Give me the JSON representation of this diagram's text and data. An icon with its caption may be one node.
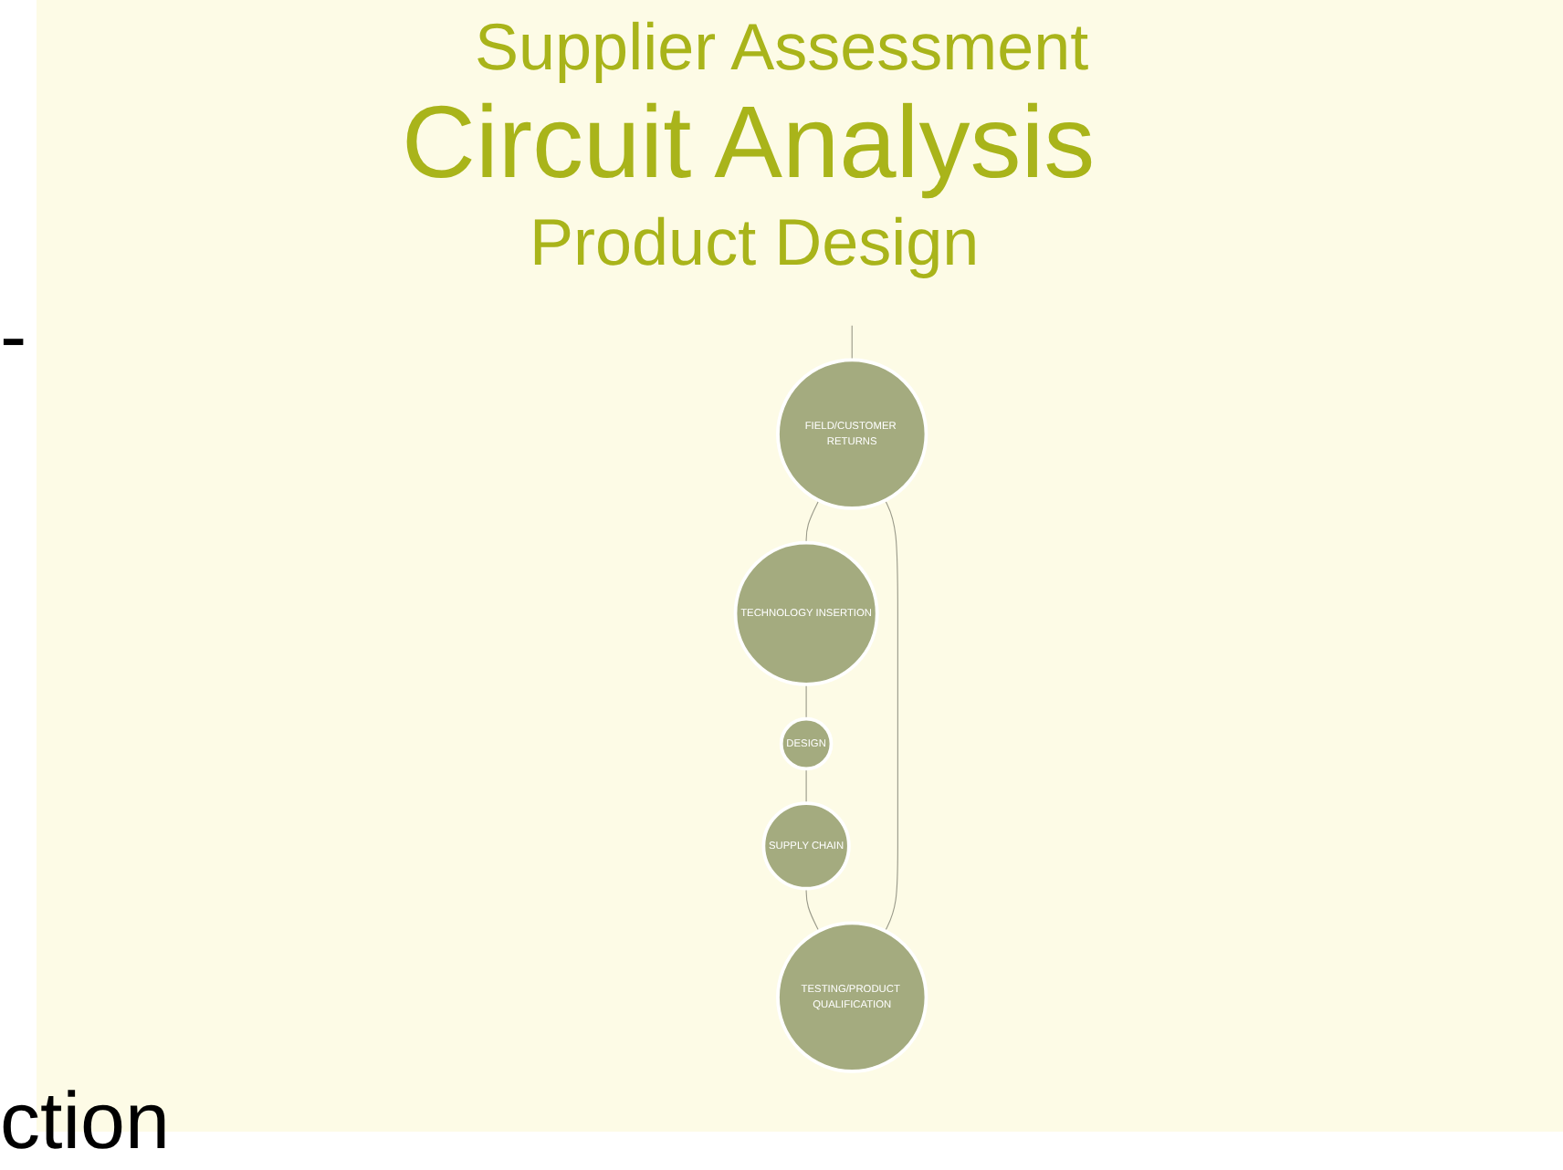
{
  "diagram": {
    "nodes": [
      {
        "text": [
          "FIELD/CUSTOMER RETURNS"
        ]
      },
      {
        "text": [
          "TECHNOLOGY INSERTION"
        ]
      },
      {
        "text": [
          "DESIGN"
        ]
      },
      {
        "text": [
          "SUPPLY CHAIN"
        ]
      },
      {
        "text": [
          "TESTING/PRODUCT QUALIFICATION"
        ]
      }
    ],
    "edges": [
      {
        "from": 0,
        "to": 1,
        "arrow": "none"
      },
      {
        "from": 1,
        "to": 2,
        "arrow": "none"
      },
      {
        "from": 2,
        "to": 3,
        "arrow": "none"
      },
      {
        "from": 3,
        "to": 4,
        "arrow": "none"
      },
      {
        "from": 4,
        "to": 0,
        "arrow": "none"
      },
      {
        "from": null,
        "to": 0,
        "arrow": "none"
      }
    ],
    "labels": [
      "-",
      "Supplier Assessment",
      "Circuit Analysis",
      "Product Design",
      "ction"
    ]
  }
}
